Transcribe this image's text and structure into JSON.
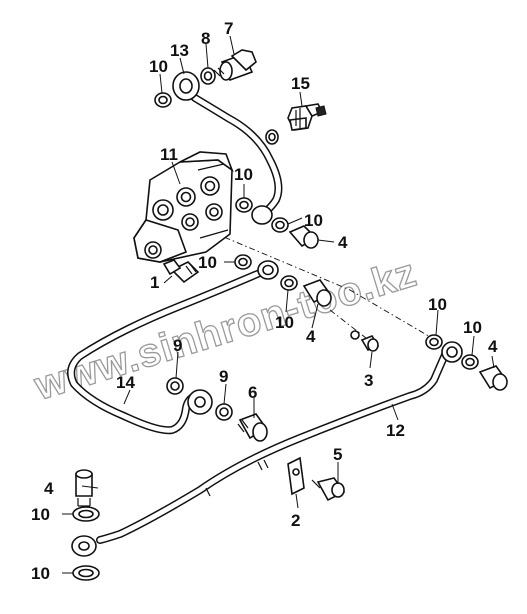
{
  "watermark": "www.sinhron-too.kz",
  "callouts": [
    {
      "id": "c7",
      "text": "7"
    },
    {
      "id": "c8",
      "text": "8"
    },
    {
      "id": "c13",
      "text": "13"
    },
    {
      "id": "c10a",
      "text": "10"
    },
    {
      "id": "c15",
      "text": "15"
    },
    {
      "id": "c11",
      "text": "11"
    },
    {
      "id": "c10b",
      "text": "10"
    },
    {
      "id": "c10c",
      "text": "10"
    },
    {
      "id": "c4a",
      "text": "4"
    },
    {
      "id": "c10d",
      "text": "10"
    },
    {
      "id": "c1",
      "text": "1"
    },
    {
      "id": "c10e",
      "text": "10"
    },
    {
      "id": "c4b",
      "text": "4"
    },
    {
      "id": "c10f",
      "text": "10"
    },
    {
      "id": "c10g",
      "text": "10"
    },
    {
      "id": "c4c",
      "text": "4"
    },
    {
      "id": "c9a",
      "text": "9"
    },
    {
      "id": "c3",
      "text": "3"
    },
    {
      "id": "c14",
      "text": "14"
    },
    {
      "id": "c9b",
      "text": "9"
    },
    {
      "id": "c6",
      "text": "6"
    },
    {
      "id": "c12",
      "text": "12"
    },
    {
      "id": "c5",
      "text": "5"
    },
    {
      "id": "c4d",
      "text": "4"
    },
    {
      "id": "c2",
      "text": "2"
    },
    {
      "id": "c10h",
      "text": "10"
    },
    {
      "id": "c10i",
      "text": "10"
    }
  ]
}
